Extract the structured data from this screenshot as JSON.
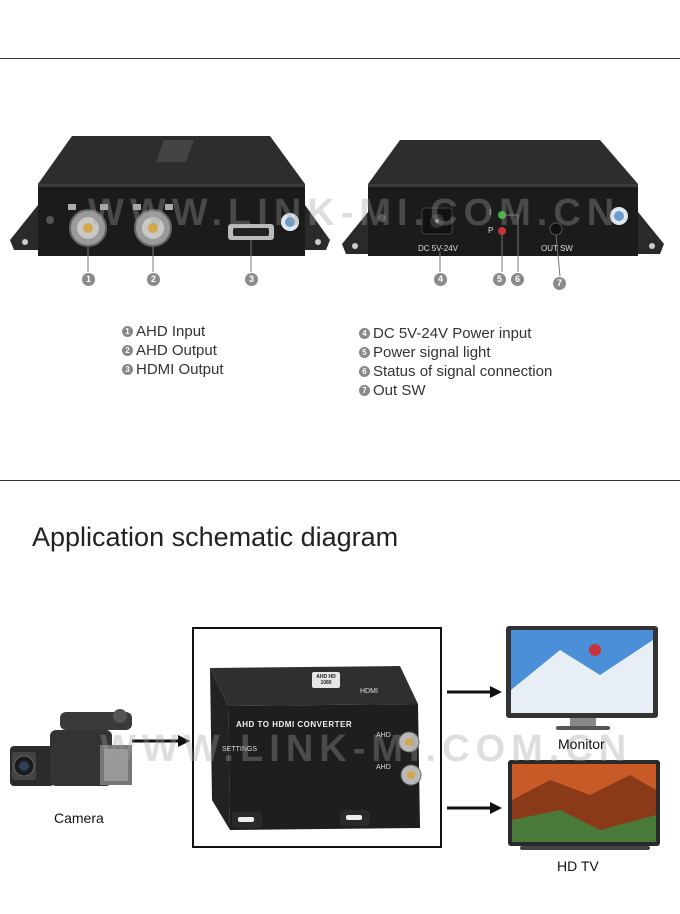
{
  "product_views": {
    "front": {
      "callouts": [
        "1",
        "2",
        "3"
      ]
    },
    "back": {
      "dc_label": "DC 5V-24V",
      "led_i_label": "I",
      "led_p_label": "P",
      "out_sw_label": "OUT SW",
      "callouts": [
        "4",
        "5",
        "6",
        "7"
      ]
    },
    "watermark": "WWW.LINK-MI.COM.CN"
  },
  "legend_left": [
    {
      "num": "1",
      "text": "AHD Input"
    },
    {
      "num": "2",
      "text": "AHD Output"
    },
    {
      "num": "3",
      "text": "HDMI Output"
    }
  ],
  "legend_right": [
    {
      "num": "4",
      "text": "DC 5V-24V Power input"
    },
    {
      "num": "5",
      "text": "Power signal light"
    },
    {
      "num": "6",
      "text": "Status of signal connection"
    },
    {
      "num": "7",
      "text": "Out SW"
    }
  ],
  "section_title": "Application schematic diagram",
  "schematic": {
    "camera_label": "Camera",
    "monitor_label": "Monitor",
    "tv_label": "HD TV",
    "converter": {
      "name": "AHD TO HDMI CONVERTER",
      "port_hdmi": "HDMI",
      "port_ahd": "AHD",
      "port_settings": "SETTINGS",
      "badge": "AHD HD 1080"
    },
    "watermark": "WWW.LINK-MI.COM.CN"
  },
  "colors": {
    "device_body": "#1b1b1b",
    "device_top": "#2c2c2c",
    "metal": "#b9b9b9",
    "led_green": "#3cb43c",
    "led_red": "#c8323c",
    "legend_num": "#888888"
  }
}
